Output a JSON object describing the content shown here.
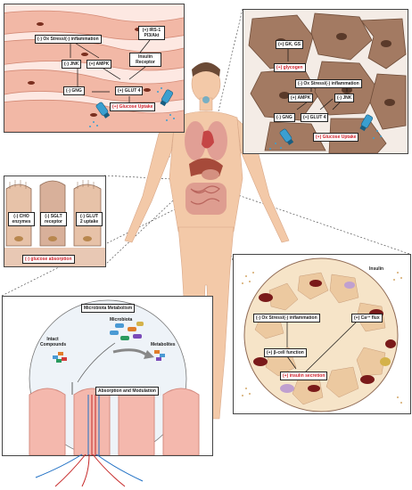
{
  "panels": {
    "muscle": {
      "ox_stress": "(-) Ox Stress/(-) inflammation",
      "irs1": "(+) IRS-1 PI3/Akt",
      "insulin_receptor": "Insulin Receptor",
      "jnk": "(-) JNK",
      "ampk": "(+) AMPK",
      "gng": "(-) GNG",
      "glut4": "(+) GLUT 4",
      "glucose_uptake": "(+) Glucose Uptake"
    },
    "liver": {
      "gk_gs": "(+) GK, GS",
      "glycogen": "(+) glycogen",
      "ox_stress": "(-) Ox Stress/(-) inflammation",
      "ampk": "(+) AMPK",
      "jnk": "(-) JNK",
      "gng": "(-) GNG",
      "glut4": "(+) GLUT 4",
      "glucose_uptake": "(+) Glucose Uptake"
    },
    "intestine": {
      "cho": "(-) CHO enzymes",
      "sglt": "(-) SGLT receptor",
      "glut2": "(-) GLUT 2 uptake",
      "absorption": "(-) glucose absorption"
    },
    "microbiota": {
      "title": "Microbiota Metabolism",
      "microbiota": "Microbiota",
      "metabolites": "Metabolites",
      "intact": "Intact Compounds",
      "absorption": "Absorption and Modulation"
    },
    "pancreas": {
      "insulin": "Insulin",
      "ox_stress": "(-) Ox Stress/(-) inflammation",
      "ca_flux": "(+) Ca²⁺ flux",
      "beta_cell": "(+) β-cell function",
      "insulin_secretion": "(+) insulin secretion"
    }
  },
  "colors": {
    "muscle_cell": "#f2b8a6",
    "liver_cell": "#a37a62",
    "skin": "#f3c9a8",
    "accent_red": "#d0202a"
  }
}
